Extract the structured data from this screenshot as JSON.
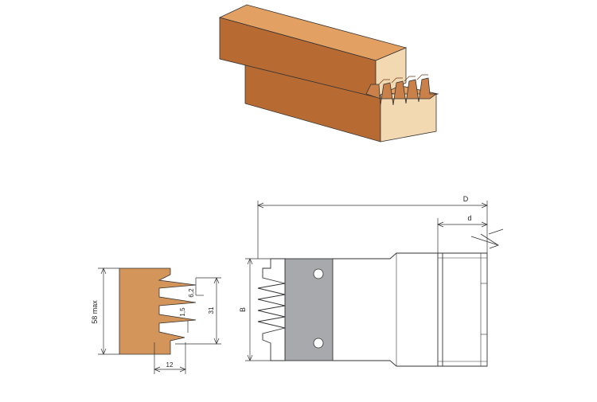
{
  "colors": {
    "wood_top": "#e2a063",
    "wood_front": "#b86a33",
    "wood_end": "#f3d9b1",
    "wood_profile": "#d4955a",
    "steel": "#a7a9ac",
    "line": "#333333"
  },
  "dimensions": {
    "d_outer": "D",
    "d_bore": "d",
    "height_b": "B",
    "max_height": "58 max",
    "pitch": "6,2",
    "tooth_gap": "1,5",
    "profile_height": "31",
    "depth": "12"
  }
}
